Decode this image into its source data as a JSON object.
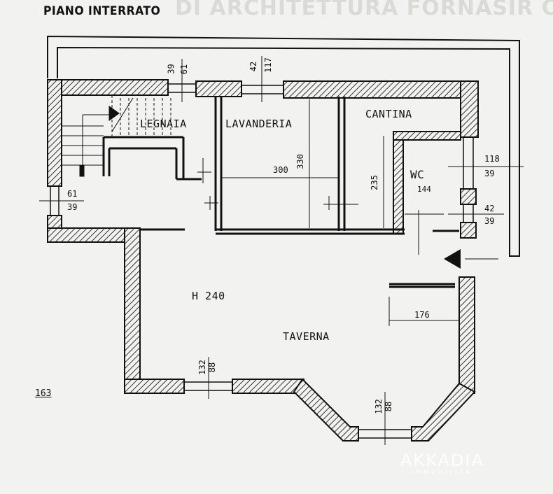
{
  "title": "PIANO INTERRATO",
  "faded_header": "DI ARCHITETTURA FORNASIR CA",
  "page_number": "163",
  "rooms": {
    "legnaia": "LEGNAIA",
    "lavanderia": "LAVANDERIA",
    "cantina": "CANTINA",
    "wc": "WC",
    "taverna": "TAVERNA"
  },
  "height_label": "H 240",
  "dimensions": {
    "window_top_left": [
      "61",
      "39"
    ],
    "window_top_mid": [
      "117",
      "42"
    ],
    "window_left": [
      "61",
      "39"
    ],
    "window_right_top": [
      "118",
      "39"
    ],
    "window_right_bottom": [
      "42",
      "39"
    ],
    "window_bottom_left": [
      "132",
      "88"
    ],
    "window_bottom_right": [
      "132",
      "88"
    ],
    "lavanderia_width": "300",
    "lavanderia_depth": "330",
    "cantina_depth": "235",
    "wc_width": "144",
    "taverna_width": "176"
  },
  "logo": {
    "brand": "AKKADIA",
    "sub": "IMMOBILIEN"
  },
  "colors": {
    "paper": "#f2f2f0",
    "ink": "#111111",
    "hatch": "#333333"
  }
}
